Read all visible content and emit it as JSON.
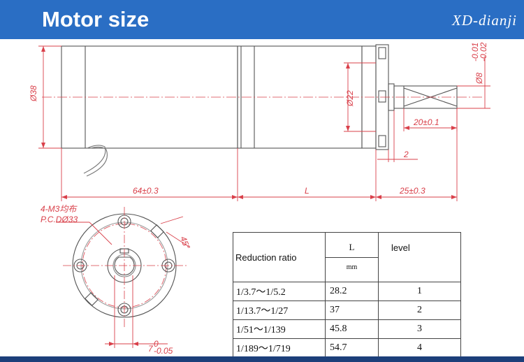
{
  "header": {
    "title": "Motor size",
    "brand": "XD-dianji"
  },
  "dimensions": {
    "diameter_38": "Ø38",
    "diameter_22": "Ø22",
    "shaft_diameter": "Ø8",
    "shaft_tol_upper": "-0.01",
    "shaft_tol_lower": "-0.02",
    "shaft_key_length": "20±0.1",
    "shaft_step": "2",
    "motor_length": "64±0.3",
    "gearbox_length": "L",
    "shaft_length": "25±0.3",
    "hole_spec": "4-M3均布",
    "pcd": "P.C.DØ33",
    "angle": "45°",
    "flat_depth": "7",
    "flat_tol": "-0.05",
    "flat_tol_upper": "0"
  },
  "table": {
    "header": {
      "col1": "Reduction ratio",
      "col2_top": "L",
      "col2_bottom": "mm",
      "col3": "level"
    },
    "rows": [
      {
        "ratio": "1/3.7～1/5.2",
        "L": "28.2",
        "level": "1"
      },
      {
        "ratio": "1/13.7～1/27",
        "L": "37",
        "level": "2"
      },
      {
        "ratio": "1/51～1/139",
        "L": "45.8",
        "level": "3"
      },
      {
        "ratio": "1/189～1/719",
        "L": "54.7",
        "level": "4"
      }
    ]
  },
  "colors": {
    "header_bg": "#2a6ec4",
    "dimension_red": "#d9404a",
    "outline_gray": "#555555"
  }
}
